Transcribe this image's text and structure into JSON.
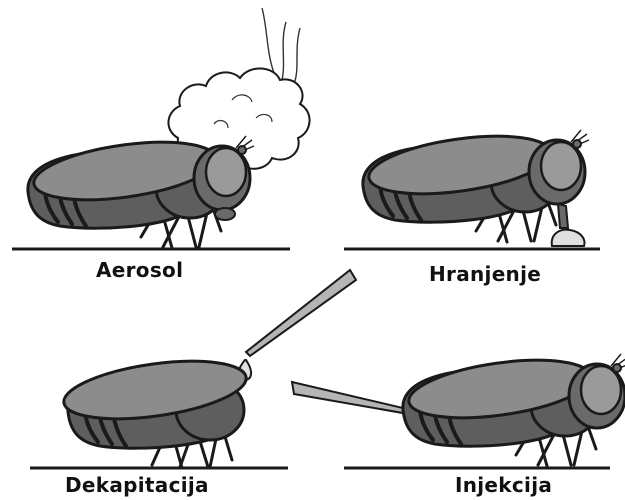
{
  "panels": [
    {
      "id": "aerosol",
      "label": "Aerosol"
    },
    {
      "id": "feeding",
      "label": "Hranjenje"
    },
    {
      "id": "decap",
      "label": "Dekapitacija"
    },
    {
      "id": "injection",
      "label": "Injekcija"
    }
  ],
  "colors": {
    "outline": "#1a1a1a",
    "fly_body": "#5e5e5e",
    "fly_wing": "#8c8c8c",
    "fly_head": "#6a6a6a",
    "fly_eye": "#9a9a9a",
    "cloud": "#ffffff",
    "droplet": "#e0e0e0",
    "tool": "#b5b5b5"
  }
}
